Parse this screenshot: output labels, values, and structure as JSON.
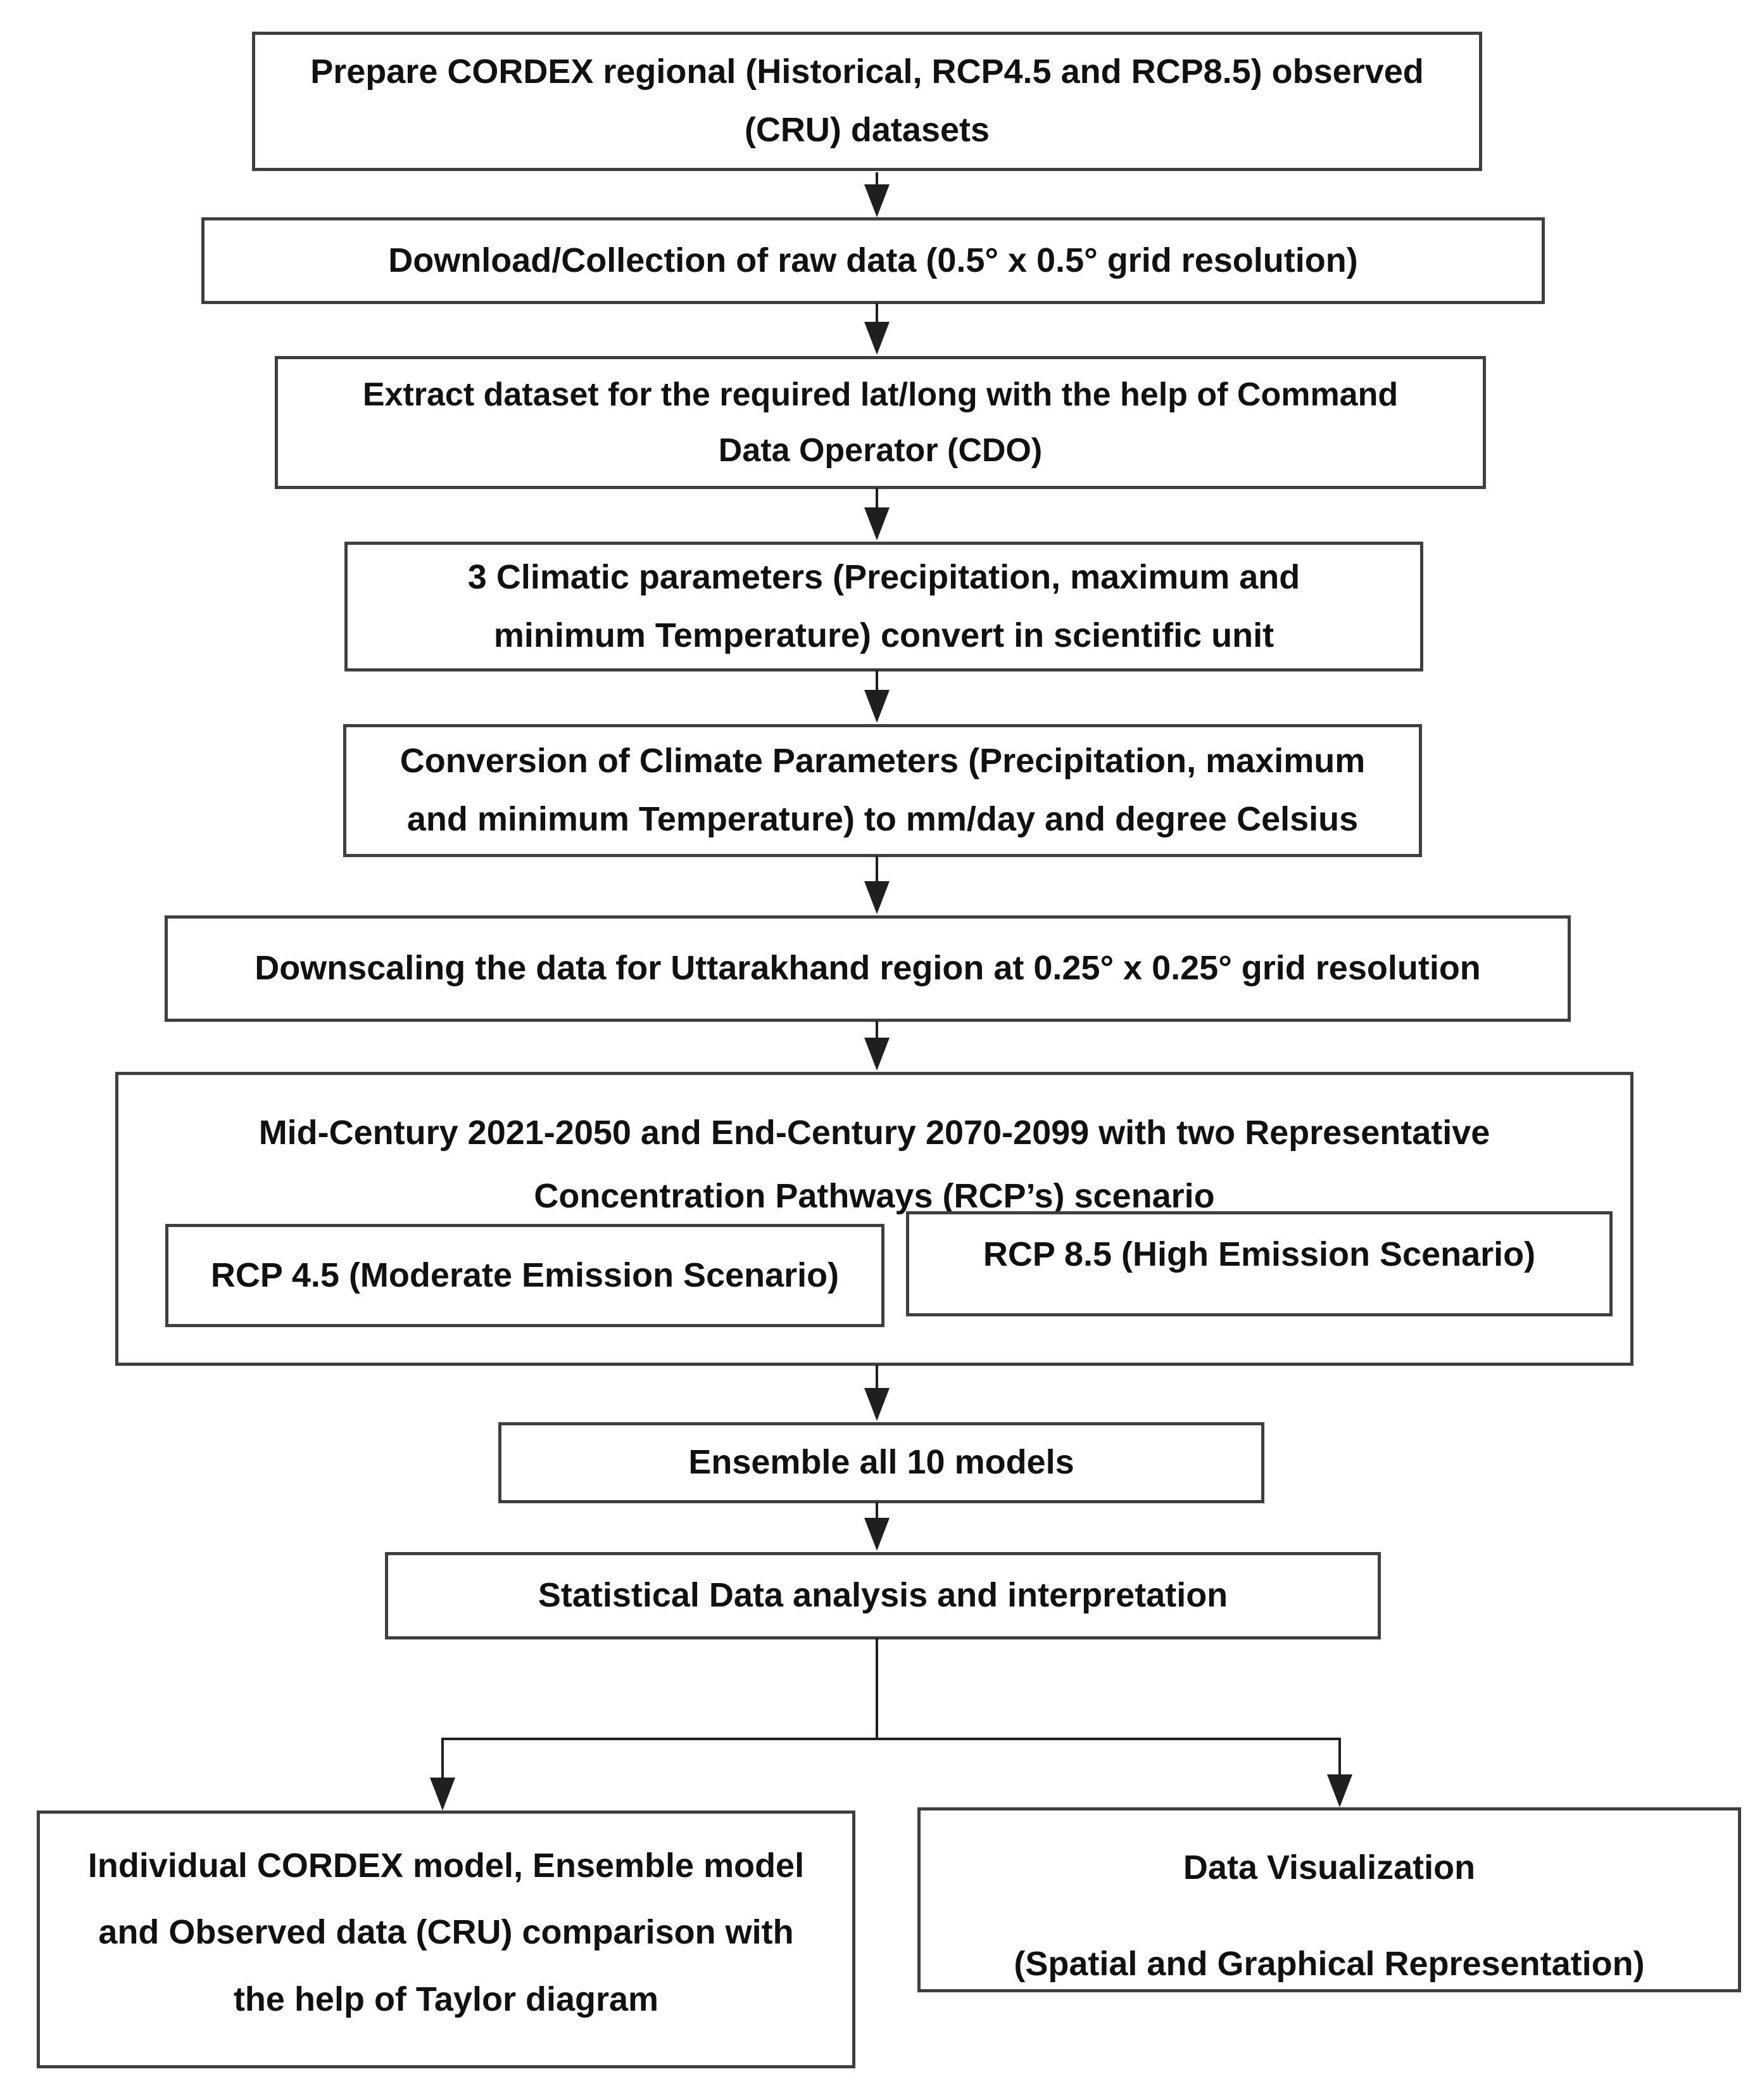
{
  "diagram": {
    "background": "#ffffff",
    "border_color": "#3f3f3f",
    "line_color": "#1f1f1f",
    "text_color": "#111111"
  },
  "boxes": {
    "prepare": {
      "lines": [
        "Prepare CORDEX regional (Historical, RCP4.5 and RCP8.5) observed",
        "(CRU) datasets"
      ]
    },
    "download": {
      "lines": [
        "Download/Collection of raw data (0.5° x 0.5° grid resolution)"
      ]
    },
    "extract": {
      "lines": [
        "Extract dataset for the required lat/long with the help of Command",
        "Data Operator (CDO)"
      ]
    },
    "climatic_parameters": {
      "lines": [
        "3 Climatic parameters (Precipitation, maximum and",
        "minimum Temperature) convert in scientific unit"
      ]
    },
    "conversion": {
      "lines": [
        "Conversion of Climate Parameters (Precipitation, maximum",
        "and minimum Temperature) to mm/day and degree Celsius"
      ]
    },
    "downscaling": {
      "lines": [
        "Downscaling the data for Uttarakhand region at 0.25° x 0.25° grid resolution"
      ]
    },
    "scenarios": {
      "lines": [
        "Mid-Century 2021-2050 and End-Century 2070-2099 with two Representative",
        "Concentration Pathways (RCP’s) scenario"
      ]
    },
    "rcp45": {
      "lines": [
        "RCP 4.5 (Moderate Emission Scenario)"
      ]
    },
    "rcp85": {
      "lines": [
        "RCP 8.5 (High Emission Scenario)"
      ]
    },
    "ensemble": {
      "lines": [
        "Ensemble all 10 models"
      ]
    },
    "statistical": {
      "lines": [
        "Statistical Data analysis and interpretation"
      ]
    },
    "taylor_comparison": {
      "lines": [
        "Individual CORDEX model, Ensemble model",
        "and Observed data (CRU) comparison with",
        "the help of Taylor diagram"
      ]
    },
    "visualization": {
      "lines": [
        "Data Visualization",
        "(Spatial and Graphical Representation)"
      ]
    }
  }
}
